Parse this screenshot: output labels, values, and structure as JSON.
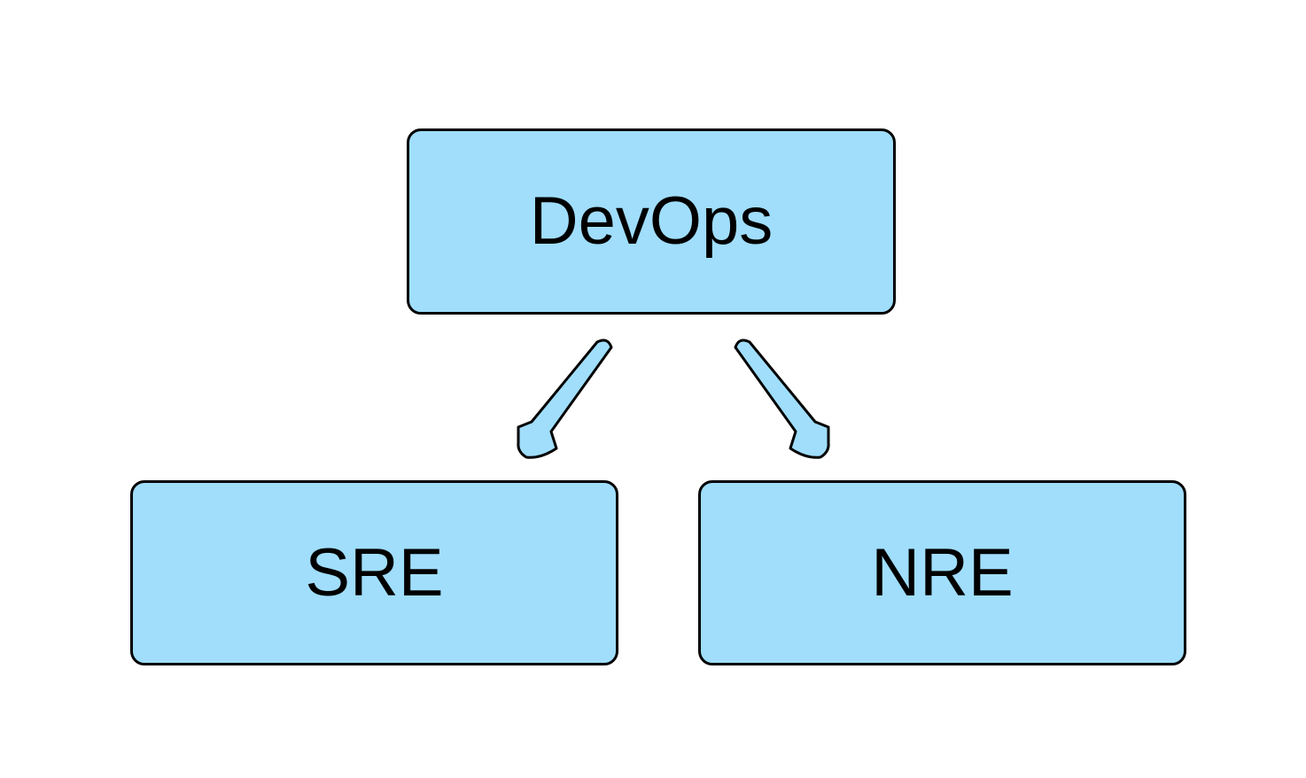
{
  "diagram": {
    "root": {
      "label": "DevOps"
    },
    "children": [
      {
        "label": "SRE"
      },
      {
        "label": "NRE"
      }
    ]
  },
  "colors": {
    "node_fill": "#a0defc",
    "node_border": "#000000",
    "arrow_fill": "#a0defc",
    "background": "#ffffff"
  }
}
